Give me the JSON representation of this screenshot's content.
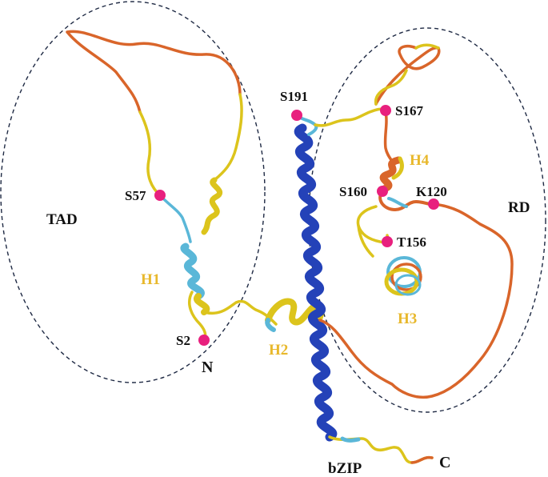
{
  "colors": {
    "boundary": "#1f2a44",
    "coil_orange": "#d9652a",
    "coil_yellow": "#dcc41c",
    "helix_cyan": "#5ab7d8",
    "bzip_blue": "#2442b8",
    "site_dot": "#e8207e",
    "helix_label": "#e8b82c",
    "text": "#111111"
  },
  "domains": {
    "tad": "TAD",
    "rd": "RD",
    "bzip": "bZIP"
  },
  "termini": {
    "n": "N",
    "c": "C"
  },
  "helices": {
    "h1": "H1",
    "h2": "H2",
    "h3": "H3",
    "h4": "H4"
  },
  "sites": {
    "s2": "S2",
    "s57": "S57",
    "s191": "S191",
    "s167": "S167",
    "s160": "S160",
    "k120": "K120",
    "t156": "T156"
  }
}
